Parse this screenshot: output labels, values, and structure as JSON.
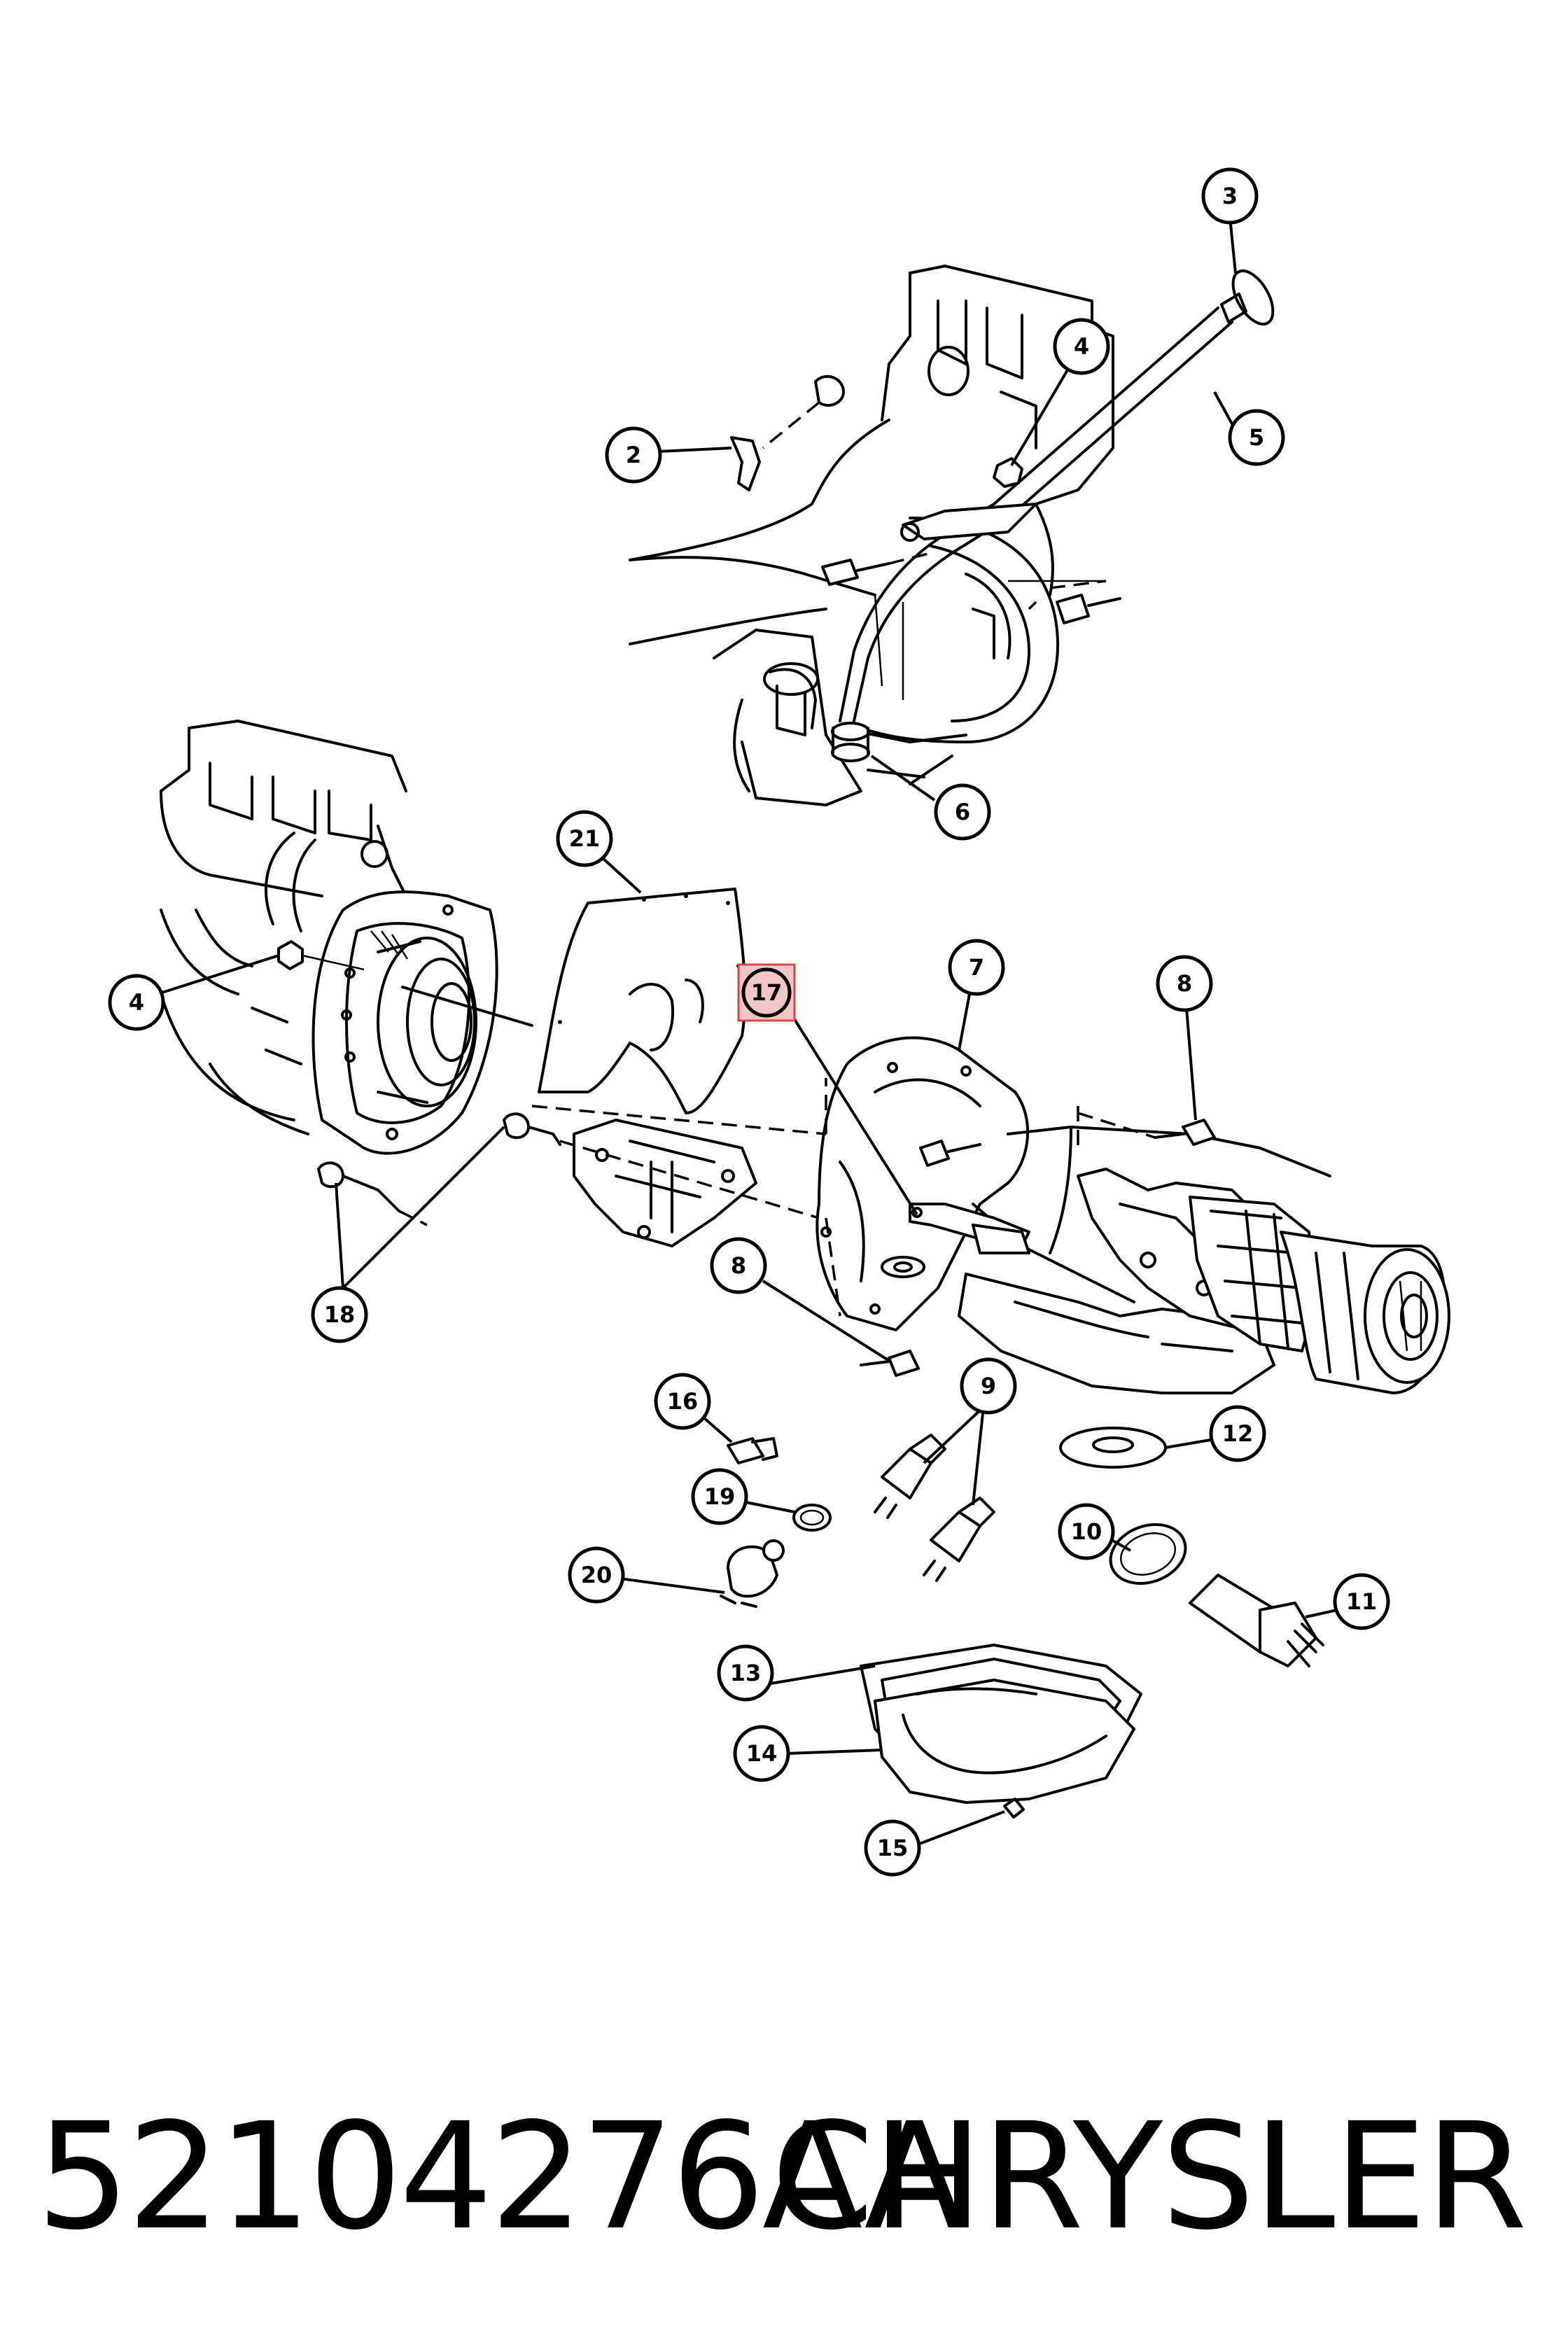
{
  "footer": {
    "part_number": "52104276AA",
    "brand": "CHRYSLER"
  },
  "highlight": {
    "callout": "17",
    "color": "#d64545"
  },
  "callouts": {
    "c2": "2",
    "c3": "3",
    "c4a": "4",
    "c4b": "4",
    "c5": "5",
    "c6": "6",
    "c7": "7",
    "c8a": "8",
    "c8b": "8",
    "c9": "9",
    "c10": "10",
    "c11": "11",
    "c12": "12",
    "c13": "13",
    "c14": "14",
    "c15": "15",
    "c16": "16",
    "c17": "17",
    "c18": "18",
    "c19": "19",
    "c20": "20",
    "c21": "21"
  }
}
